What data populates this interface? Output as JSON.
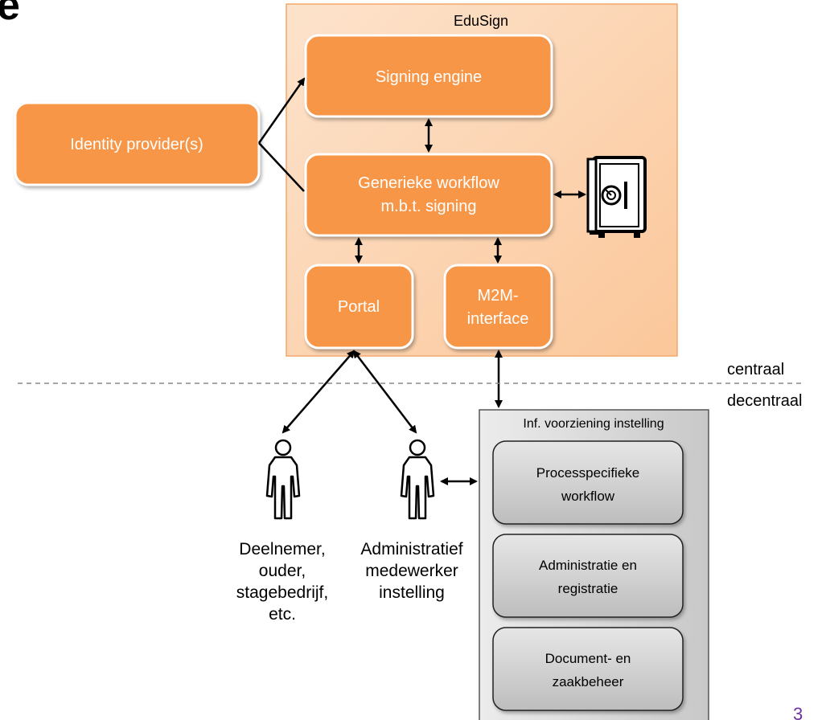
{
  "edusign": {
    "title": "EduSign",
    "signing_engine": "Signing engine",
    "workflow": [
      "Generieke workflow",
      "m.b.t. signing"
    ],
    "portal": "Portal",
    "m2m": [
      "M2M-",
      "interface"
    ]
  },
  "identity_provider": "Identity provider(s)",
  "labels": {
    "centraal": "centraal",
    "decentraal": "decentraal"
  },
  "institution": {
    "title": "Inf. voorziening instelling",
    "boxes": [
      [
        "Processpecifieke",
        "workflow"
      ],
      [
        "Administratie en",
        "registratie"
      ],
      [
        "Document- en",
        "zaakbeheer"
      ]
    ]
  },
  "actors": {
    "participant": [
      "Deelnemer,",
      "ouder,",
      "stagebedrijf,",
      "etc."
    ],
    "admin": [
      "Administratief",
      "medewerker",
      "instelling"
    ]
  },
  "corner_top_left": "e",
  "page_number": "3",
  "icons": [
    "safe-icon",
    "person-icon"
  ],
  "colors": {
    "orange": "#f79646",
    "orange_border": "#ffffff",
    "edusign_bg": "#fddcc0",
    "gray_box": "#d9d9d9"
  }
}
